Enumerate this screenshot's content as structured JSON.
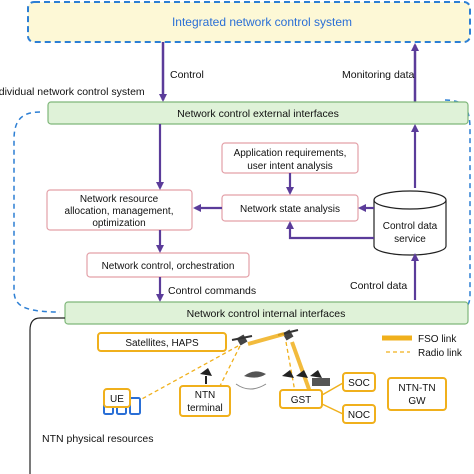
{
  "top_box": {
    "label": "Integrated network control system"
  },
  "arrows": {
    "control": "Control",
    "monitoring": "Monitoring data",
    "control_commands": "Control commands",
    "control_data": "Control data"
  },
  "individual_system": {
    "label": "Individual network control system"
  },
  "boxes": {
    "external_interfaces": "Network control external interfaces",
    "app_requirements": [
      "Application requirements,",
      "user intent analysis"
    ],
    "resource_allocation": [
      "Network resource",
      "allocation, management,",
      "optimization"
    ],
    "state_analysis": "Network state analysis",
    "control_data_service": [
      "Control data",
      "service"
    ],
    "orchestration": "Network control, orchestration",
    "internal_interfaces": "Network control internal interfaces"
  },
  "ntn": {
    "label": "NTN physical resources",
    "satellites": "Satellites, HAPS",
    "ue": "UE",
    "ntn_terminal": [
      "NTN",
      "terminal"
    ],
    "gst": "GST",
    "soc": "SOC",
    "noc": "NOC",
    "gw": [
      "NTN-TN",
      "GW"
    ]
  },
  "legend": {
    "fso": "FSO link",
    "radio": "Radio link"
  },
  "colors": {
    "purple": "#5b3c9a",
    "green_fill": "#dff2d8",
    "green_stroke": "#7fb77a",
    "yellow_fill": "#fdf8d6",
    "orange": "#f0b01c",
    "blue_text": "#2a6fd6",
    "dashed_blue": "#2d7fd4"
  }
}
